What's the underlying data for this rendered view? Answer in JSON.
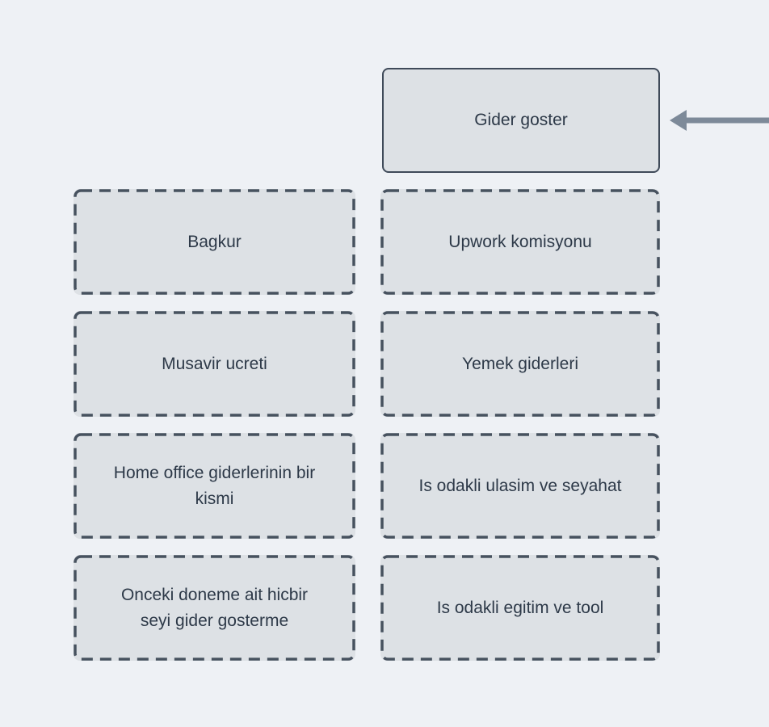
{
  "diagram": {
    "root": {
      "label": "Gider goster"
    },
    "cards": [
      {
        "label": "Bagkur"
      },
      {
        "label": "Upwork komisyonu"
      },
      {
        "label": "Musavir ucreti"
      },
      {
        "label": "Yemek giderleri"
      },
      {
        "label": "Home office giderlerinin bir kismi"
      },
      {
        "label": "Is odakli ulasim ve seyahat"
      },
      {
        "label": "Onceki doneme ait hicbir seyi gider gosterme"
      },
      {
        "label": "Is odakli egitim ve tool"
      }
    ],
    "connector": {
      "icon": "arrow-left-icon",
      "direction": "left"
    },
    "colors": {
      "background": "#eef1f5",
      "node_fill": "#dde1e5",
      "node_border": "#3f4a59",
      "dash_border": "#47525f",
      "text": "#2d3948",
      "arrow": "#7d8a99"
    }
  }
}
